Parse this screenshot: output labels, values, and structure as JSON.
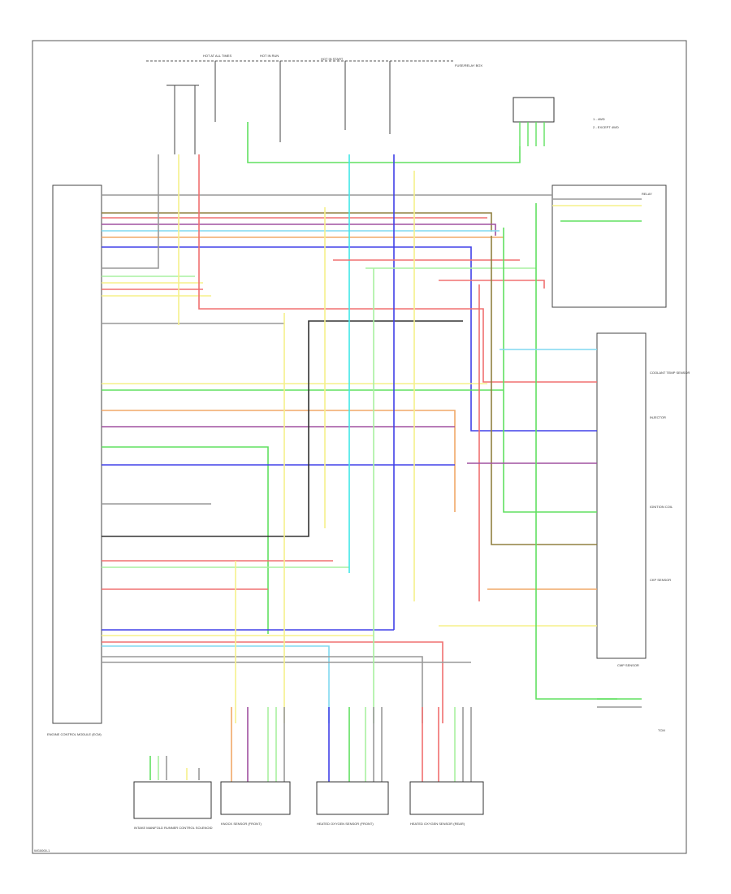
{
  "diagram": {
    "page_code": "WG0000-1",
    "top_labels": [
      "HOT AT ALL TIMES",
      "HOT IN RUN",
      "HOT IN START"
    ],
    "fuse_box_note": "FUSE/RELAY BOX",
    "legend_items": [
      "1 - 4WD",
      "2 - EXCEPT 4WD"
    ],
    "ecm_title": "ENGINE CONTROL MODULE (ECM)",
    "lower_labels": [
      "INTAKE MANIFOLD RUNNER CONTROL SOLENOID",
      "KNOCK SENSOR (FRONT)",
      "HEATED OXYGEN SENSOR (FRONT)",
      "HEATED OXYGEN SENSOR (REAR)"
    ],
    "right_labels": [
      "RELAY",
      "COOLANT TEMP SENSOR",
      "INJECTOR",
      "IGNITION COIL",
      "CKP SENSOR",
      "CMP SENSOR",
      "TCM"
    ],
    "colors": {
      "yellow": "#f5f08a",
      "red": "#f07070",
      "green": "#60e060",
      "lightgreen": "#a8f0a0",
      "blue": "#4040e8",
      "lightblue": "#80d8f0",
      "cyan": "#40e8e8",
      "orange": "#f0a868",
      "purple": "#a050a0",
      "brown": "#908040",
      "gray": "#999999",
      "black": "#333333",
      "pink": "#f0a0b0"
    }
  }
}
